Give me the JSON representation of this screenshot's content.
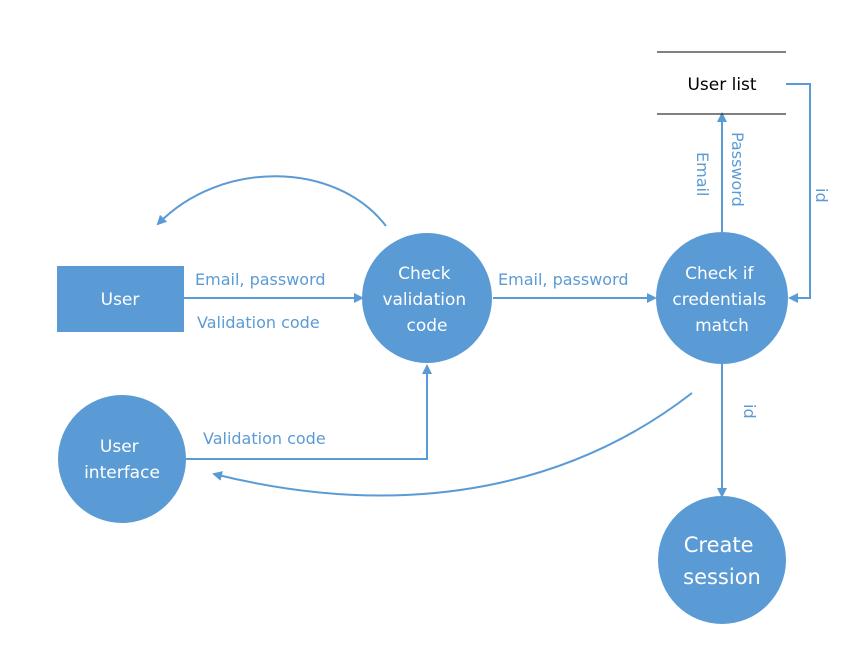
{
  "colors": {
    "node_fill": "#5b9bd5",
    "line": "#5b9bd5",
    "label_text": "#5b9bd5",
    "node_text": "#ffffff"
  },
  "nodes": {
    "user": "User",
    "user_interface": [
      "User",
      "interface"
    ],
    "check_validation": [
      "Check",
      "validation",
      "code"
    ],
    "check_credentials": [
      "Check if",
      "credentials",
      "match"
    ],
    "create_session": [
      "Create",
      "session"
    ],
    "user_list": "User list"
  },
  "edges": {
    "user_to_check_validation": "Email, password",
    "check_validation_to_user": "Validation code",
    "check_to_credentials": "Email, password",
    "credentials_email": "Email",
    "credentials_password": "Password",
    "user_list_id": "id",
    "credentials_to_session_id": "id",
    "validation_to_interface": "Validation code"
  }
}
